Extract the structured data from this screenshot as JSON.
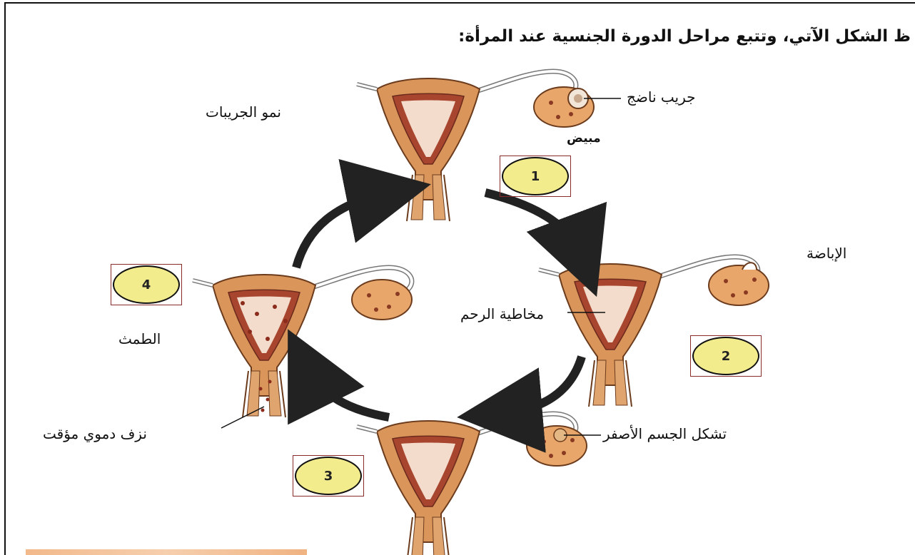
{
  "title": "ظ الشكل الآتي، وتتبع مراحل الدورة الجنسية عند المرأة:",
  "labels": {
    "follicle_growth": "نمو الجريبات",
    "mature_follicle": "جريب ناضج",
    "ovary": "مبيض",
    "ovulation": "الإباضة",
    "endometrium": "مخاطية الرحم",
    "corpus_luteum": "تشكل الجسم الأصفر",
    "menstruation": "الطمث",
    "bleeding": "نزف دموي مؤقت"
  },
  "stages": [
    "1",
    "2",
    "3",
    "4"
  ],
  "colors": {
    "uterus_fill": "#d9955a",
    "lining": "#9b3a2a",
    "ovary_fill": "#e8a66b",
    "badge_fill": "#f2ec8c",
    "arrow": "#222222"
  }
}
